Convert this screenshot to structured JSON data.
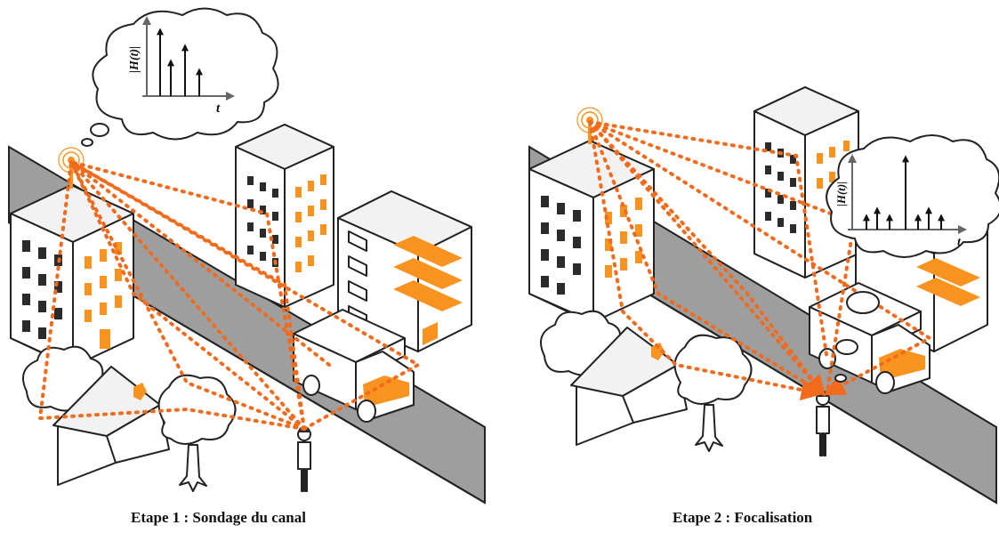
{
  "captions": {
    "left": "Etape 1 : Sondage du canal",
    "right": "Etape 2 : Focalisation"
  },
  "cloud_left": {
    "ylabel": "|H(t)|",
    "xlabel": "t"
  },
  "cloud_right": {
    "ylabel": "|H(t)|",
    "xlabel": "t"
  },
  "colors": {
    "accent": "#f7931e",
    "road": "#9e9e9e",
    "window_dark": "#2b2b2b",
    "outline": "#222222",
    "fill": "#ffffff"
  },
  "icons": [
    "antenna-icon",
    "building-icon",
    "truck-icon",
    "house-icon",
    "tree-icon",
    "person-icon",
    "thought-cloud-icon"
  ]
}
